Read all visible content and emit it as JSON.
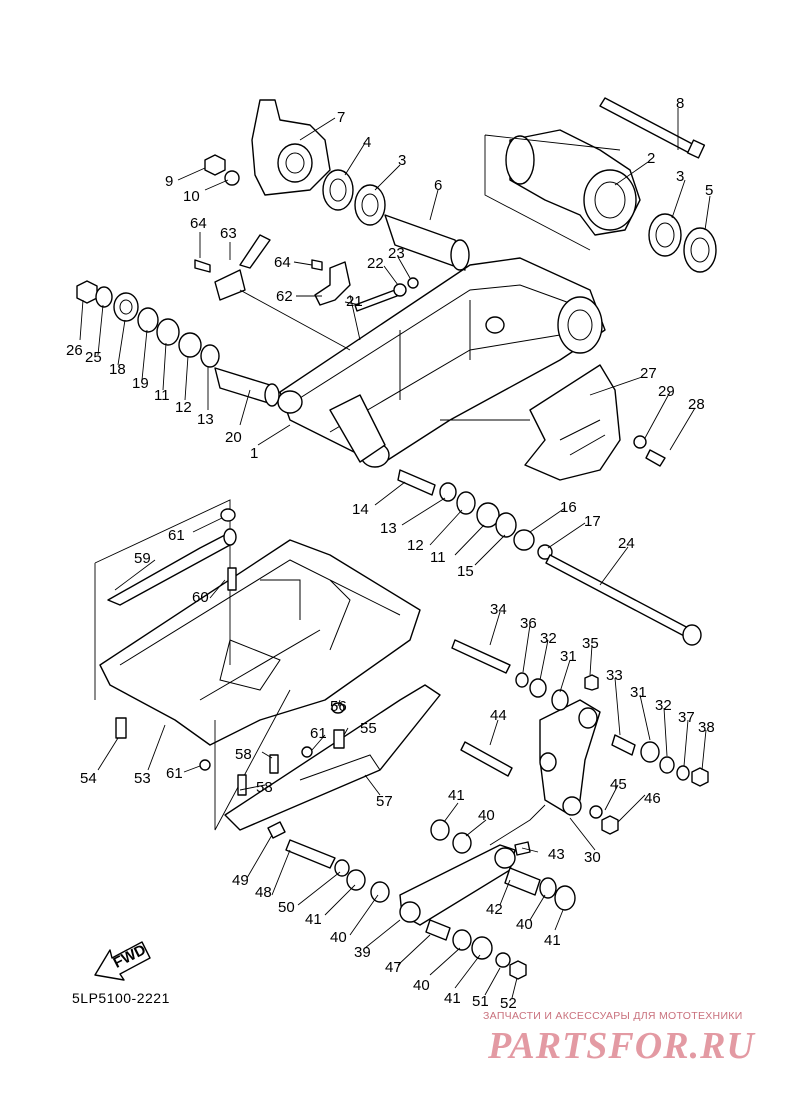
{
  "diagram": {
    "code": "5LP5100-2221",
    "fwd_label": "FWD",
    "watermark_tagline": "ЗАПЧАСТИ И АКСЕССУАРЫ ДЛЯ МОТОТЕХНИКИ",
    "watermark_logo": "PARTSFOR.RU",
    "callouts": [
      "1",
      "2",
      "3",
      "3",
      "4",
      "5",
      "6",
      "7",
      "8",
      "9",
      "10",
      "11",
      "11",
      "12",
      "12",
      "13",
      "13",
      "14",
      "15",
      "16",
      "17",
      "18",
      "19",
      "20",
      "21",
      "22",
      "23",
      "24",
      "25",
      "26",
      "27",
      "28",
      "29",
      "30",
      "31",
      "31",
      "32",
      "32",
      "33",
      "34",
      "35",
      "36",
      "37",
      "38",
      "39",
      "40",
      "40",
      "40",
      "40",
      "41",
      "41",
      "41",
      "41",
      "42",
      "43",
      "44",
      "45",
      "46",
      "47",
      "48",
      "49",
      "50",
      "51",
      "52",
      "53",
      "54",
      "55",
      "56",
      "57",
      "58",
      "58",
      "59",
      "60",
      "61",
      "61",
      "61",
      "62",
      "63",
      "64",
      "64"
    ]
  }
}
